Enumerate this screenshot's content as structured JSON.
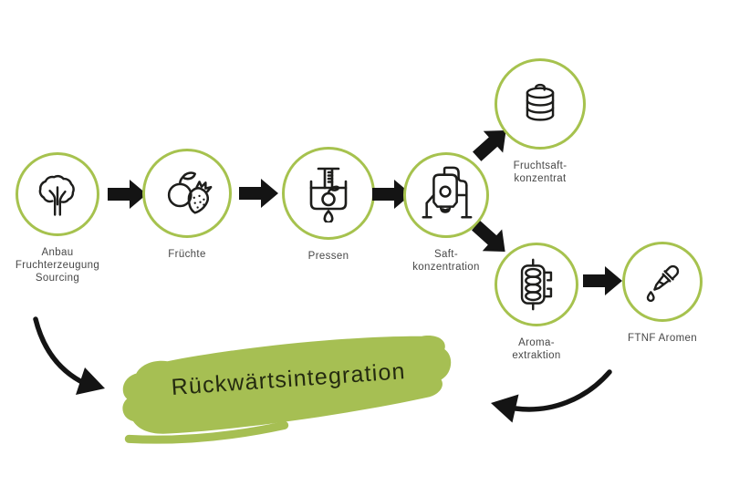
{
  "diagram": {
    "language": "de",
    "topic": "juice-production-backward-integration",
    "flow": {
      "nodes": [
        {
          "id": "anbau",
          "icon": "tree-icon",
          "label_lines": [
            "Anbau",
            "Fruchterzeugung",
            "Sourcing"
          ]
        },
        {
          "id": "fruechte",
          "icon": "fruits-icon",
          "label_lines": [
            "Früchte"
          ]
        },
        {
          "id": "pressen",
          "icon": "press-icon",
          "label_lines": [
            "Pressen"
          ]
        },
        {
          "id": "saft",
          "icon": "tank-icon",
          "label_lines": [
            "Saft-",
            "konzentration"
          ]
        },
        {
          "id": "konzentrat",
          "icon": "barrel-icon",
          "label_lines": [
            "Fruchtsaft-",
            "konzentrat"
          ]
        },
        {
          "id": "aroma",
          "icon": "coil-icon",
          "label_lines": [
            "Aroma-",
            "extraktion"
          ]
        },
        {
          "id": "ftnf",
          "icon": "pipette-icon",
          "label_lines": [
            "FTNF Aromen"
          ]
        }
      ]
    },
    "banner": {
      "label": "Rückwärtsintegration"
    },
    "colors": {
      "circle_green": "#a6c24e",
      "banner_green": "#a6bf53",
      "arrow_black": "#141414",
      "icon_stroke": "#1d1d1b",
      "label_gray": "#474747",
      "banner_text": "#242a10",
      "background": "#ffffff"
    }
  }
}
